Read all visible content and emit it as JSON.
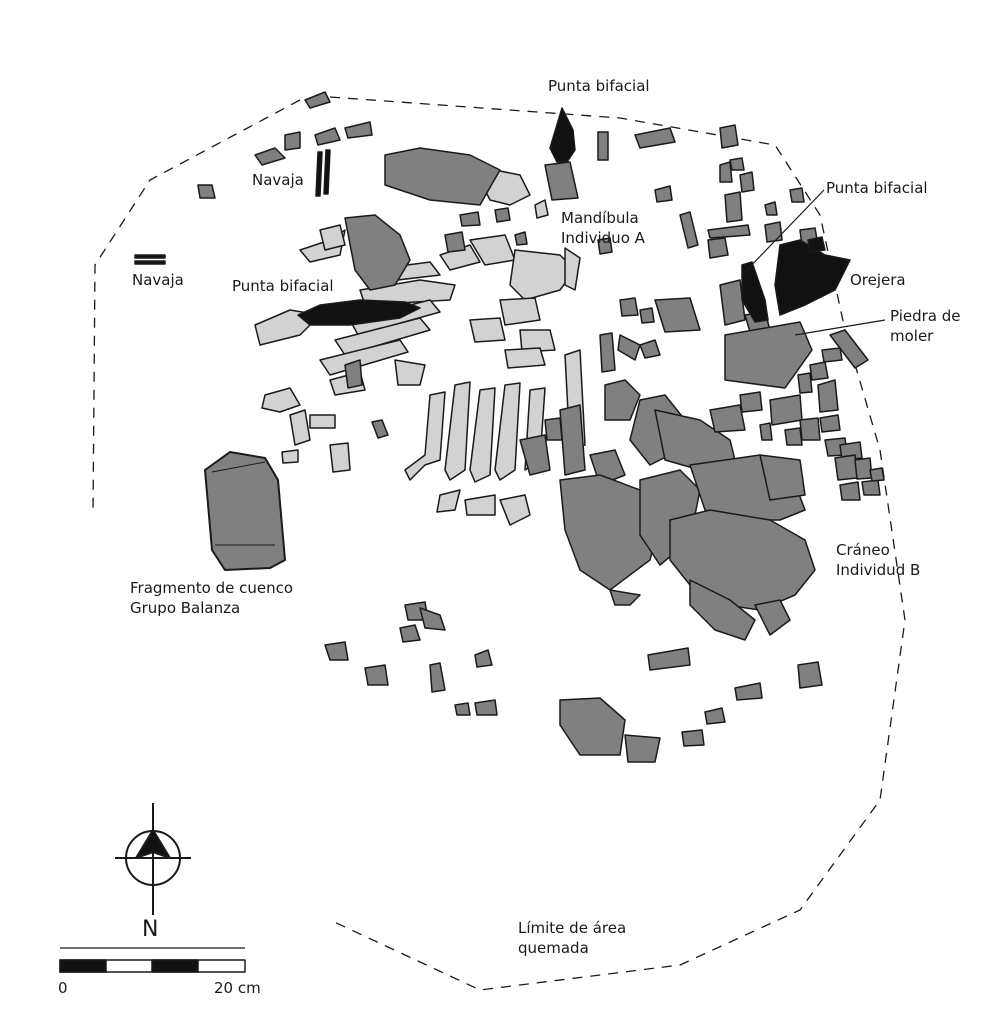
{
  "labels": {
    "punta_bifacial_top": "Punta bifacial",
    "navaja_upper": "Navaja",
    "navaja_left": "Navaja",
    "mandibula_line1": "Mandíbula",
    "mandibula_line2": "Individuo A",
    "punta_bifacial_right": "Punta bifacial",
    "orejera": "Orejera",
    "punta_bifacial_left": "Punta bifacial",
    "piedra_line1": "Piedra de",
    "piedra_line2": "moler",
    "craneo_line1": "Cráneo",
    "craneo_line2": "Individud B",
    "cuenco_line1": "Fragmento de cuenco",
    "cuenco_line2": "Grupo Balanza",
    "limite_line1": "Límite de área",
    "limite_line2": "quemada",
    "north": "N",
    "scale_start": "0",
    "scale_end": "20 cm"
  },
  "colors": {
    "fragment_dark": "#808080",
    "fragment_light": "#d2d2d2",
    "artifact_black": "#111111",
    "outline": "#1a1a1a"
  },
  "icons": {
    "north_arrow": "compass-north-icon"
  }
}
